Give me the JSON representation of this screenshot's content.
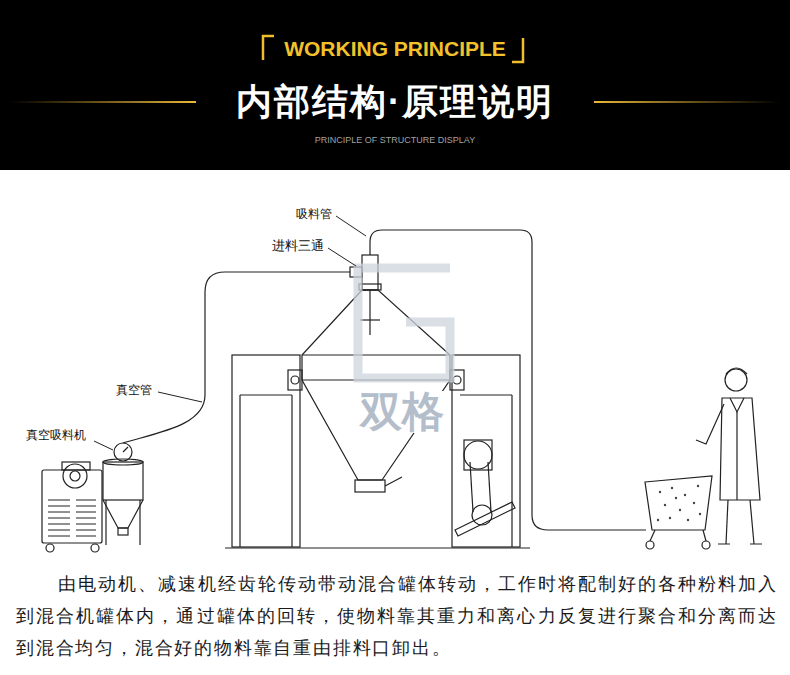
{
  "diagram": {
    "title": "内部结构·原理说明",
    "caption": "由电动机、减速机经齿轮传动带动混合罐体转动，工作时将配制好的各种粉料加入到混合机罐体内，通过罐体的回转，使物料靠其重力和离心力反复进行聚合和分离而达到混合均匀，混合好的物料靠自重由排料口卸出。",
    "labels": [
      "WORKING PRINCIPLE",
      "PRINCIPLE OF STRUCTURE DISPLAY",
      "吸料管",
      "进料三通",
      "真空管",
      "真空吸料机",
      "双格"
    ]
  }
}
